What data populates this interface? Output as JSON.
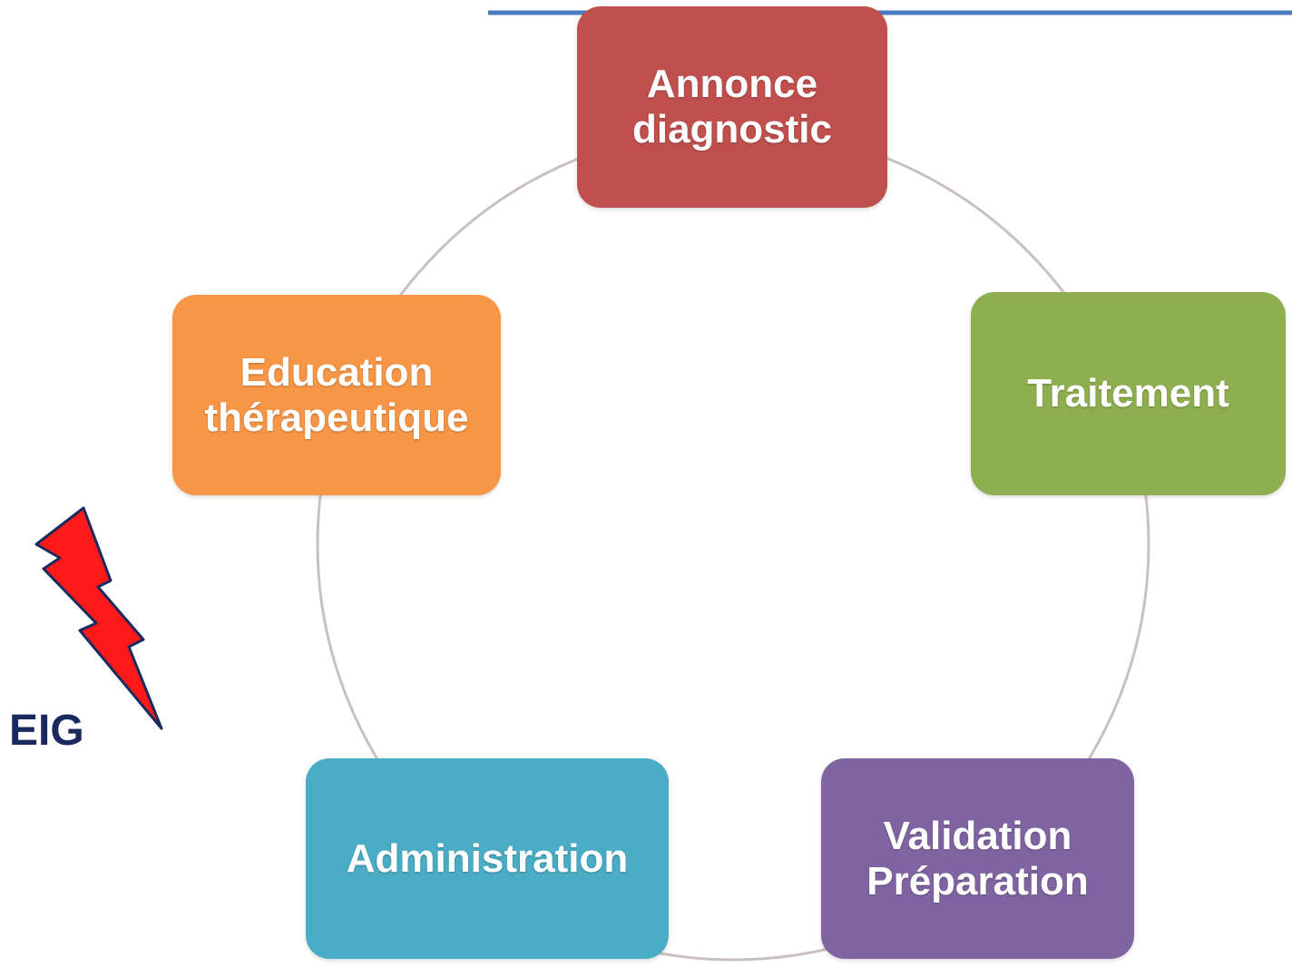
{
  "diagram": {
    "nodes": [
      {
        "id": "annonce",
        "label": "Annonce\ndiagnostic",
        "color": "#c0504d"
      },
      {
        "id": "traitement",
        "label": "Traitement",
        "color": "#8fae50"
      },
      {
        "id": "validation",
        "label": "Validation\nPréparation",
        "color": "#8064a2"
      },
      {
        "id": "administration",
        "label": "Administration",
        "color": "#4bacc6"
      },
      {
        "id": "education",
        "label": "Education\nthérapeutique",
        "color": "#f79646"
      }
    ],
    "side_label": "EIG",
    "lightning_icon": "lightning-bolt-icon",
    "colors": {
      "lightning_fill": "#ff1a1a",
      "lightning_stroke": "#1a2a5e",
      "eig_text": "#1a2a5e",
      "top_rule": "#4a7bc1",
      "cycle_line": "#c8c0c8"
    }
  }
}
